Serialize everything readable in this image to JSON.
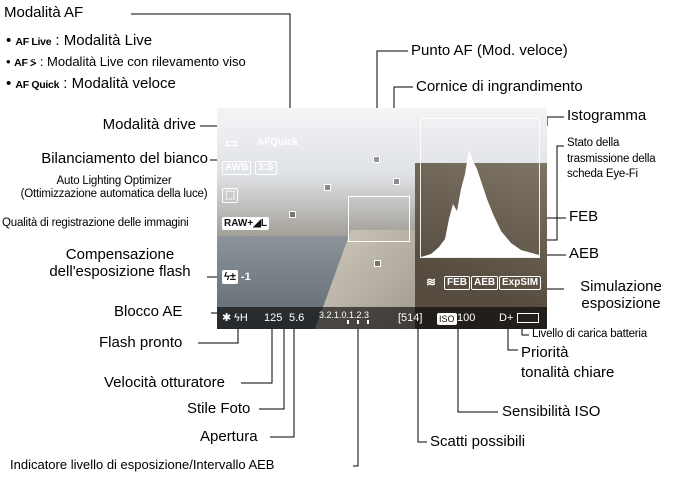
{
  "af_mode": {
    "title": "Modalità AF",
    "bullets": [
      {
        "icon": "AF Live",
        "text": ": Modalità Live"
      },
      {
        "icon": "AF ⍩",
        "text": ": Modalità Live con rilevamento viso"
      },
      {
        "icon": "AF Quick",
        "text": ": Modalità veloce"
      }
    ]
  },
  "left_labels": {
    "drive": "Modalità drive",
    "wb": "Bilanciamento del bianco",
    "alo_1": "Auto Lighting Optimizer",
    "alo_2": "(Ottimizzazione automatica della luce)",
    "quality": "Qualità di registrazione delle immagini",
    "flash_comp_1": "Compensazione",
    "flash_comp_2": "dell'esposizione flash",
    "ae_lock": "Blocco AE",
    "flash_ready": "Flash pronto"
  },
  "bottom_labels": {
    "shutter": "Velocità otturatore",
    "picture_style": "Stile Foto",
    "aperture": "Apertura",
    "exposure_indicator": "Indicatore livello di esposizione/Intervallo AEB",
    "shots": "Scatti possibili",
    "iso": "Sensibilità ISO"
  },
  "top_labels": {
    "af_point": "Punto AF (Mod. veloce)",
    "mag_frame": "Cornice di ingrandimento"
  },
  "right_labels": {
    "histogram": "Istogramma",
    "eyefi_1": "Stato della",
    "eyefi_2": "trasmissione della",
    "eyefi_3": "scheda Eye-Fi",
    "feb": "FEB",
    "aeb": "AEB",
    "exp_sim_1": "Simulazione",
    "exp_sim_2": "esposizione",
    "battery": "Livello di carica batteria",
    "hl_1": "Priorità",
    "hl_2": "tonalità chiare"
  },
  "screen": {
    "af_quick": "AFQuick",
    "awb": "AWB",
    "picture_style": "3:S",
    "quality": "RAW+◢L",
    "flash_comp": "-1",
    "status": {
      "ae_lock": "✱",
      "flash": "ϟH",
      "shutter": "125",
      "aperture": "5.6",
      "scale": "3.2.1.0.1.2.3",
      "shots": "[514]",
      "iso_badge": "ISO",
      "iso": "100",
      "hl": "D+"
    },
    "feb": "FEB",
    "aeb": "AEB",
    "exp_sim": "ExpSIM"
  }
}
